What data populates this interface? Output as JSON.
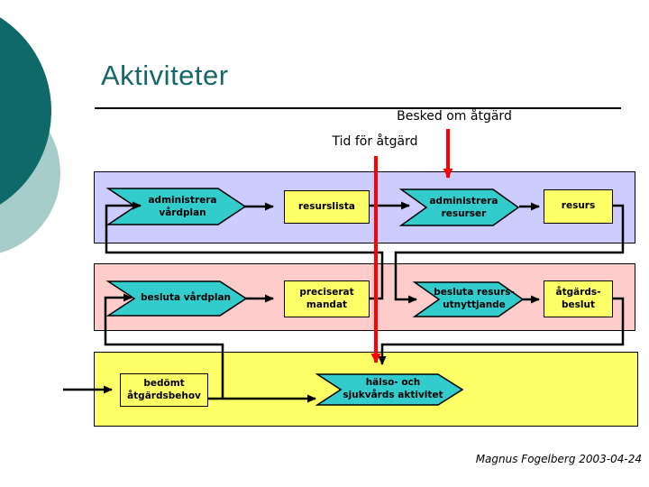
{
  "slide": {
    "title": "Aktiviteter",
    "footer": "Magnus Fogelberg 2003-04-24"
  },
  "labels": {
    "besked": "Besked om åtgärd",
    "tid": "Tid för åtgärd"
  },
  "lanes": {
    "resources_lane_color": "#CCCCFF",
    "decisions_lane_color": "#FFCCCC",
    "activities_lane_color": "#FFFF66"
  },
  "nodes": {
    "administrera_vardplan": "administrera\nvårdplan",
    "resurslista": "resurslista",
    "administrera_resurser": "administrera\nresurser",
    "resurs": "resurs",
    "besluta_vardplan": "besluta vårdplan",
    "preciserat_mandat": "preciserat\nmandat",
    "besluta_resursutnyttjande": "besluta resurs-\nutnyttjande",
    "atgardsbeslut": "åtgärds-\nbeslut",
    "bedomt_atgardsbehov": "bedömt\nåtgärdsbehov",
    "halso_sjukvards_aktivitet": "hälso- och\nsjukvårds aktivitet"
  },
  "colors": {
    "chevron_fill": "#33CCCC",
    "box_fill": "#FFFF66",
    "red_arrow": "#FF0000",
    "title_text": "#156868",
    "decor_circle_dark": "#0E6968",
    "decor_circle_light": "#A6CDCA"
  }
}
